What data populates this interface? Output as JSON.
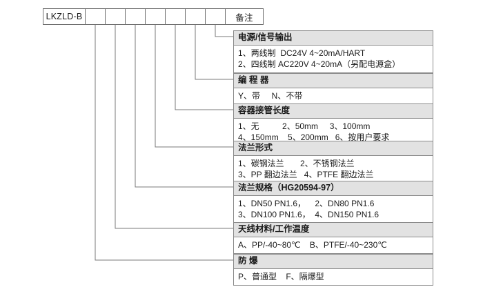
{
  "model_code_table": {
    "label": "LKZLD-B model code selection row",
    "model_prefix": "LKZLD-B",
    "slots": [
      "",
      "",
      "",
      "",
      "",
      "",
      ""
    ],
    "note_label": "备注"
  },
  "spec_blocks": [
    {
      "id": "power-signal-output",
      "title": "电源/信号输出",
      "lines": [
        "1、两线制  DC24V 4~20mA/HART",
        "2、四线制 AC220V 4~20mA（另配电源盒）"
      ]
    },
    {
      "id": "programmer",
      "title": "编 程 器",
      "lines": [
        "Y、带     N、不带"
      ]
    },
    {
      "id": "vessel-nozzle-length",
      "title": "容器接管长度",
      "lines": [
        "1、无          2、50mm     3、100mm",
        "4、150mm    5、200mm   6、按用户要求"
      ]
    },
    {
      "id": "flange-type",
      "title": "法兰形式",
      "lines": [
        "1、碳钢法兰       2、不锈钢法兰",
        "3、PP 翻边法兰   4、PTFE 翻边法兰"
      ]
    },
    {
      "id": "flange-specification",
      "title": "法兰规格（HG20594-97）",
      "lines": [
        "1、DN50 PN1.6，    2、DN80 PN1.6",
        "3、DN100 PN1.6，  4、DN150 PN1.6"
      ]
    },
    {
      "id": "antenna-material-temperature",
      "title": "天线材料/工作温度",
      "lines": [
        "A、PP/-40~80℃    B、PTFE/-40~230℃"
      ]
    },
    {
      "id": "explosion-proof",
      "title": "防    爆",
      "lines": [
        "P、普通型    F、隔爆型"
      ]
    }
  ],
  "colors": {
    "header_fill": "#e2e2e2",
    "border": "#8a8a8a",
    "table_border": "#6e6e6e",
    "leader_line": "#7a7a7a",
    "text": "#1a1a1a",
    "background": "#ffffff"
  },
  "leader_lines": {
    "description": "Each blank slot cell drops a vertical leader that turns right into its specification block header",
    "connections": [
      {
        "slot_index": 6,
        "block_id": "power-signal-output"
      },
      {
        "slot_index": 5,
        "block_id": "programmer"
      },
      {
        "slot_index": 4,
        "block_id": "vessel-nozzle-length"
      },
      {
        "slot_index": 3,
        "block_id": "flange-type"
      },
      {
        "slot_index": 2,
        "block_id": "flange-specification"
      },
      {
        "slot_index": 1,
        "block_id": "antenna-material-temperature"
      },
      {
        "slot_index": 0,
        "block_id": "explosion-proof"
      }
    ]
  }
}
